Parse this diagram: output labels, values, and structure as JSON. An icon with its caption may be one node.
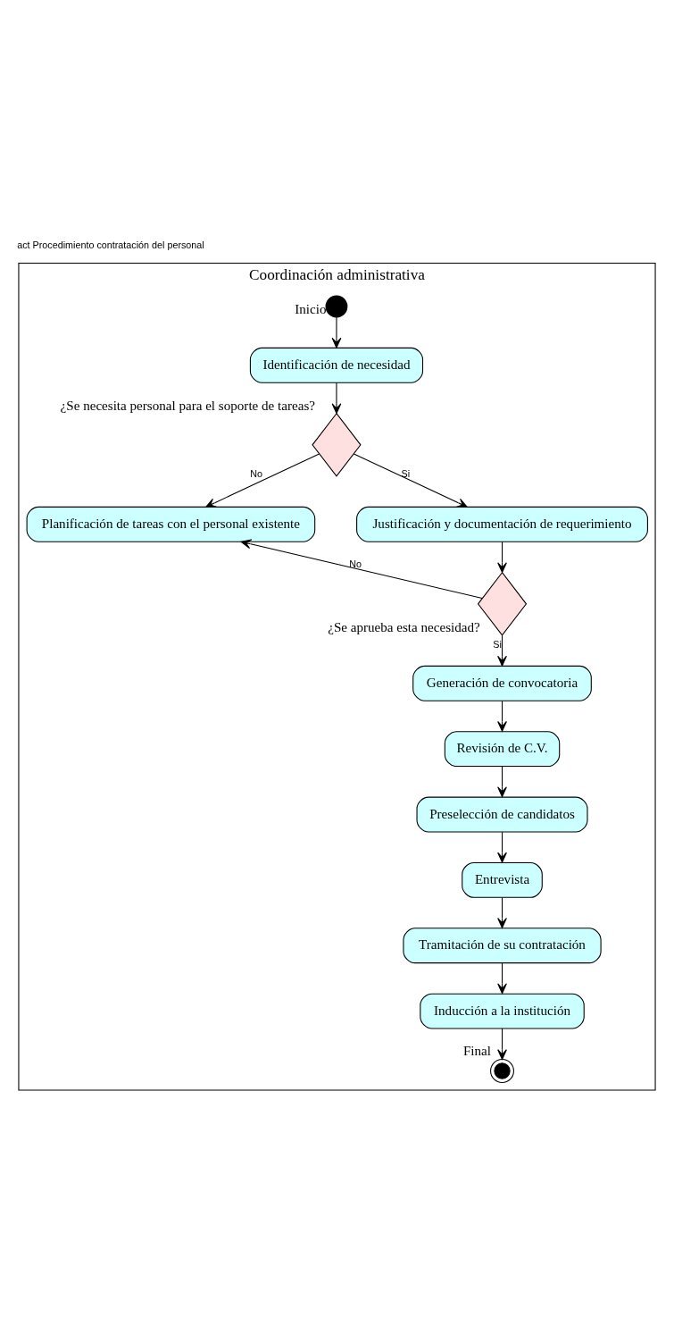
{
  "diagram": {
    "title": "act Procedimiento contratación del personal",
    "nodes": [
      {
        "text": [
          "Coordinación administrativa"
        ]
      },
      {
        "text": [],
        "shape": "circle",
        "beside": [
          "Inicio"
        ],
        "in": 0
      },
      {
        "text": [
          "Identificación de necesidad"
        ],
        "in": 0
      },
      {
        "text": [],
        "shape": "diamond",
        "beside": [
          "¿Se necesita personal para el soporte de tareas?"
        ],
        "in": 0
      },
      {
        "text": [
          "Planificación de tareas con el personal existente"
        ],
        "in": 0
      },
      {
        "text": [
          "Justificación y documentación de requerimiento"
        ],
        "in": 0
      },
      {
        "text": [],
        "shape": "diamond",
        "beside": [
          "¿Se aprueba esta necesidad?"
        ],
        "in": 0
      },
      {
        "text": [
          "Generación de convocatoria"
        ],
        "in": 0
      },
      {
        "text": [
          "Revisión de C.V."
        ],
        "in": 0
      },
      {
        "text": [
          "Preselección de candidatos"
        ],
        "in": 0
      },
      {
        "text": [
          "Entrevista"
        ],
        "in": 0
      },
      {
        "text": [
          "Tramitación de su contratación"
        ],
        "in": 0
      },
      {
        "text": [
          "Inducción a la institución"
        ],
        "in": 0
      },
      {
        "text": [],
        "shape": "circle",
        "beside": [
          "Final"
        ],
        "in": 0
      }
    ],
    "edges": [
      {
        "from": 1,
        "to": 2,
        "arrow": "to"
      },
      {
        "from": 2,
        "to": 3,
        "arrow": "to"
      },
      {
        "from": 3,
        "to": 4,
        "arrow": "to",
        "label": "No"
      },
      {
        "from": 3,
        "to": 5,
        "arrow": "to",
        "label": "Si"
      },
      {
        "from": 5,
        "to": 6,
        "arrow": "to"
      },
      {
        "from": 6,
        "to": 4,
        "arrow": "to",
        "label": "No"
      },
      {
        "from": 6,
        "to": 7,
        "arrow": "to",
        "label": "Si"
      },
      {
        "from": 7,
        "to": 8,
        "arrow": "to"
      },
      {
        "from": 8,
        "to": 9,
        "arrow": "to"
      },
      {
        "from": 9,
        "to": 10,
        "arrow": "to"
      },
      {
        "from": 10,
        "to": 11,
        "arrow": "to"
      },
      {
        "from": 11,
        "to": 12,
        "arrow": "to"
      },
      {
        "from": 12,
        "to": 13,
        "arrow": "to"
      }
    ]
  }
}
